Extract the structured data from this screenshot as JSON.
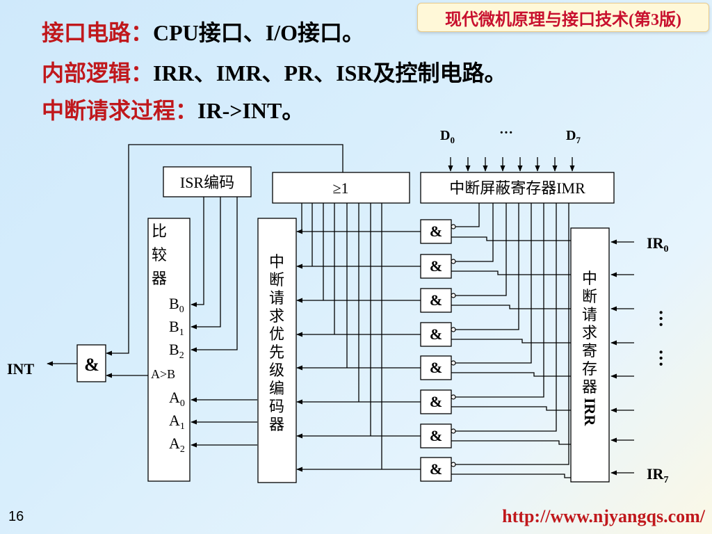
{
  "header": {
    "badge": "现代微机原理与接口技术(第3版)",
    "line1_label": "接口电路：",
    "line1_text": "CPU接口、I/O接口。",
    "line2_label": "内部逻辑：",
    "line2_text": "IRR、IMR、PR、ISR及控制电路。",
    "line3_label": "中断请求过程：",
    "line3_text": "IR->INT。"
  },
  "diagram": {
    "data_bus": {
      "d0_main": "D",
      "d0_sub": "0",
      "dots": "···",
      "d7_main": "D",
      "d7_sub": "7"
    },
    "imr_label": "中断屏蔽寄存器IMR",
    "isr_label": "ISR编码",
    "or_label": "≥1",
    "comparator_chars": [
      "比",
      "较",
      "器"
    ],
    "b_inputs": [
      {
        "main": "B",
        "sub": "0"
      },
      {
        "main": "B",
        "sub": "1"
      },
      {
        "main": "B",
        "sub": "2"
      }
    ],
    "a_gt_b": "A>B",
    "a_inputs": [
      {
        "main": "A",
        "sub": "0"
      },
      {
        "main": "A",
        "sub": "1"
      },
      {
        "main": "A",
        "sub": "2"
      }
    ],
    "encoder_chars": [
      "中",
      "断",
      "请",
      "求",
      "优",
      "先",
      "级",
      "编",
      "码",
      "器"
    ],
    "and_symbol": "&",
    "int_label": "INT",
    "irr_chars": [
      "中",
      "断",
      "请",
      "求",
      "寄",
      "存",
      "器",
      "IRR"
    ],
    "ir0_main": "IR",
    "ir0_sub": "0",
    "ir7_main": "IR",
    "ir7_sub": "7",
    "ir_dots": "···"
  },
  "footer": {
    "page_number": "16",
    "url": "http://www.njyangqs.com/"
  }
}
